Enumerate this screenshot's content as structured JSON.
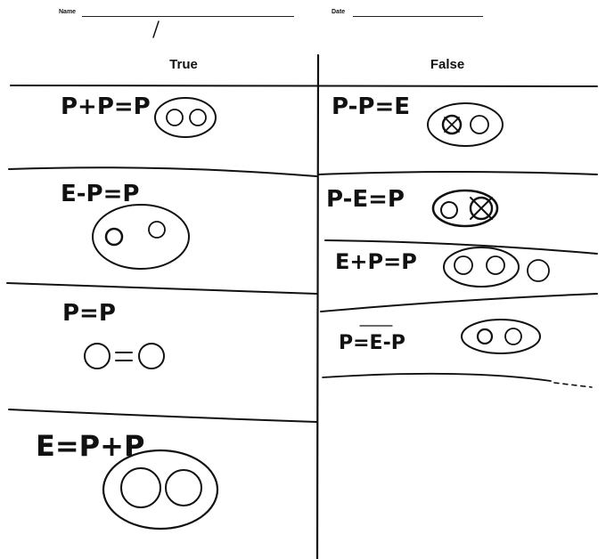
{
  "header": {
    "name_label": "Name",
    "date_label": "Date"
  },
  "columns": {
    "true_title": "True",
    "false_title": "False"
  },
  "true_items": [
    {
      "equation": "P+P=P"
    },
    {
      "equation": "E-P=P"
    },
    {
      "equation": "P=P"
    },
    {
      "equation": "E=P+P"
    }
  ],
  "false_items": [
    {
      "equation": "P-P=E"
    },
    {
      "equation": "P-E=P"
    },
    {
      "equation": "E+P=P"
    },
    {
      "equation": "P=E-P"
    }
  ],
  "colors": {
    "ink": "#111111",
    "paper": "#ffffff"
  }
}
